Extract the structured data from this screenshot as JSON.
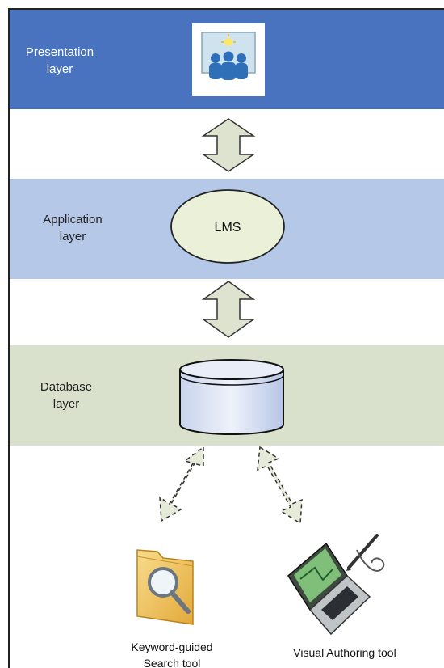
{
  "layers": {
    "presentation": {
      "label": "Presentation\nlayer",
      "icon": "presentation-audience-icon"
    },
    "application": {
      "label": "Application\nlayer",
      "node_label": "LMS"
    },
    "database": {
      "label": "Database\nlayer",
      "icon": "database-cylinder-icon"
    }
  },
  "tools": {
    "search": {
      "label": "Keyword-guided\nSearch tool",
      "icon": "folder-magnifier-icon"
    },
    "authoring": {
      "label": "Visual Authoring tool",
      "icon": "laptop-pen-icon"
    }
  },
  "colors": {
    "presentation_band": "#4a73bf",
    "application_band": "#b5c8e8",
    "database_band": "#d9e1cd",
    "arrow_fill": "#dde3cf"
  }
}
